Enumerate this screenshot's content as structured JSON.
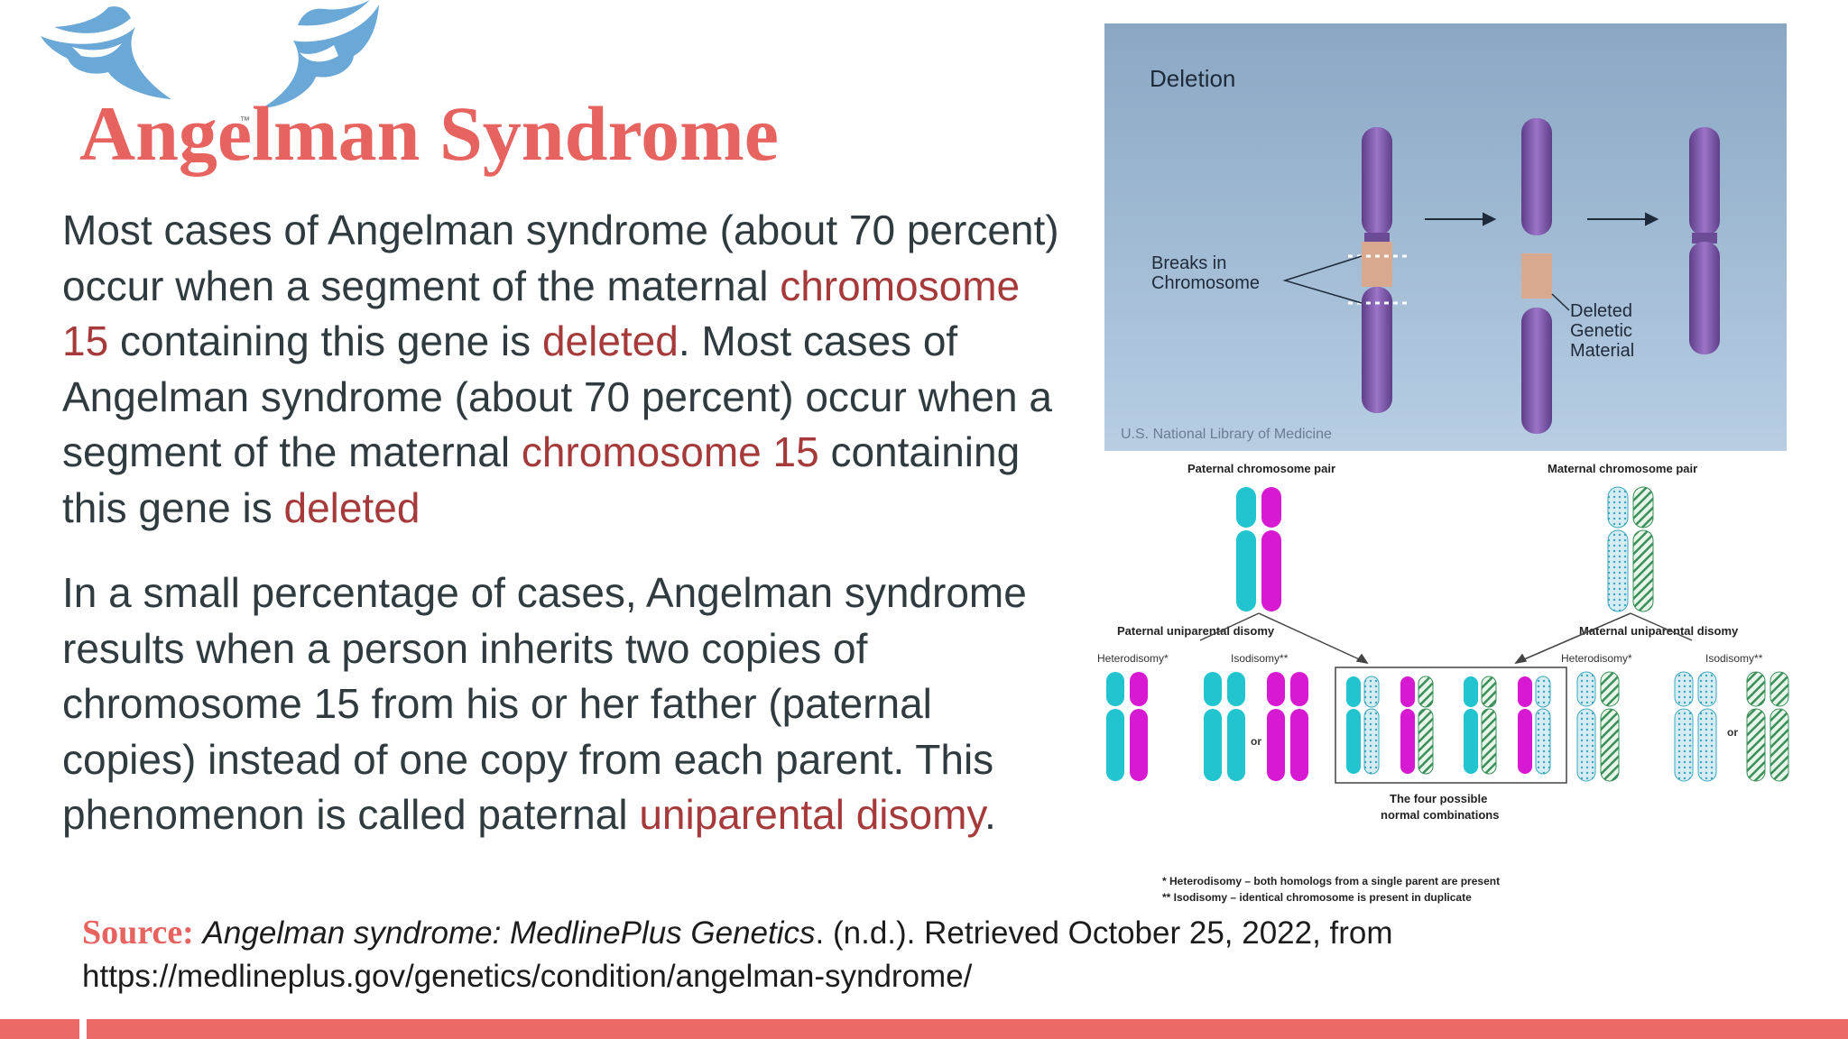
{
  "slide": {
    "title": "Angelman Syndrome",
    "trademark": "™",
    "paragraph1": [
      {
        "text": "Most cases of Angelman syndrome (about 70 percent) occur when a segment of the maternal ",
        "hl": false
      },
      {
        "text": "chromosome 15",
        "hl": true
      },
      {
        "text": " containing this gene is ",
        "hl": false
      },
      {
        "text": "deleted",
        "hl": true
      },
      {
        "text": ". Most cases of Angelman syndrome (about 70 percent) occur when a segment of the maternal ",
        "hl": false
      },
      {
        "text": "chromosome 15",
        "hl": true
      },
      {
        "text": " containing this gene is ",
        "hl": false
      },
      {
        "text": "deleted",
        "hl": true
      }
    ],
    "paragraph2": [
      {
        "text": "In a small percentage of cases, Angelman syndrome results when a person inherits two copies of chromosome 15 from his or her father (paternal copies) instead of one copy from each parent. This phenomenon is called paternal ",
        "hl": false
      },
      {
        "text": "uniparental disomy",
        "hl": true
      },
      {
        "text": ".",
        "hl": false
      }
    ],
    "source": {
      "label": "Source:",
      "title": "Angelman syndrome: MedlinePlus Genetics",
      "rest": ". (n.d.). Retrieved October 25, 2022, from",
      "url": "https://medlineplus.gov/genetics/condition/angelman-syndrome/"
    },
    "deletion_figure": {
      "title": "Deletion",
      "breaks_label_1": "Breaks in",
      "breaks_label_2": "Chromosome",
      "deleted_label_1": "Deleted",
      "deleted_label_2": "Genetic",
      "deleted_label_3": "Material",
      "credit": "U.S. National Library of Medicine"
    },
    "disomy_figure": {
      "paternal_pair": "Paternal chromosome pair",
      "maternal_pair": "Maternal chromosome pair",
      "paternal_upd": "Paternal uniparental disomy",
      "maternal_upd": "Maternal uniparental disomy",
      "heterodisomy": "Heterodisomy*",
      "isodisomy": "Isodisomy**",
      "or": "or",
      "four_combos_1": "The four possible",
      "four_combos_2": "normal combinations",
      "footnote1": "* Heterodisomy –  both homologs from a single parent are present",
      "footnote2": "** Isodisomy – identical chromosome is present in duplicate"
    },
    "colors": {
      "accent": "#e6635f",
      "highlight": "#a63a3a",
      "cyan": "#21c4cf",
      "magenta": "#d71ad2",
      "wing_blue": "#6aa8d8"
    },
    "icons": [
      "angel-wings-logo"
    ]
  }
}
